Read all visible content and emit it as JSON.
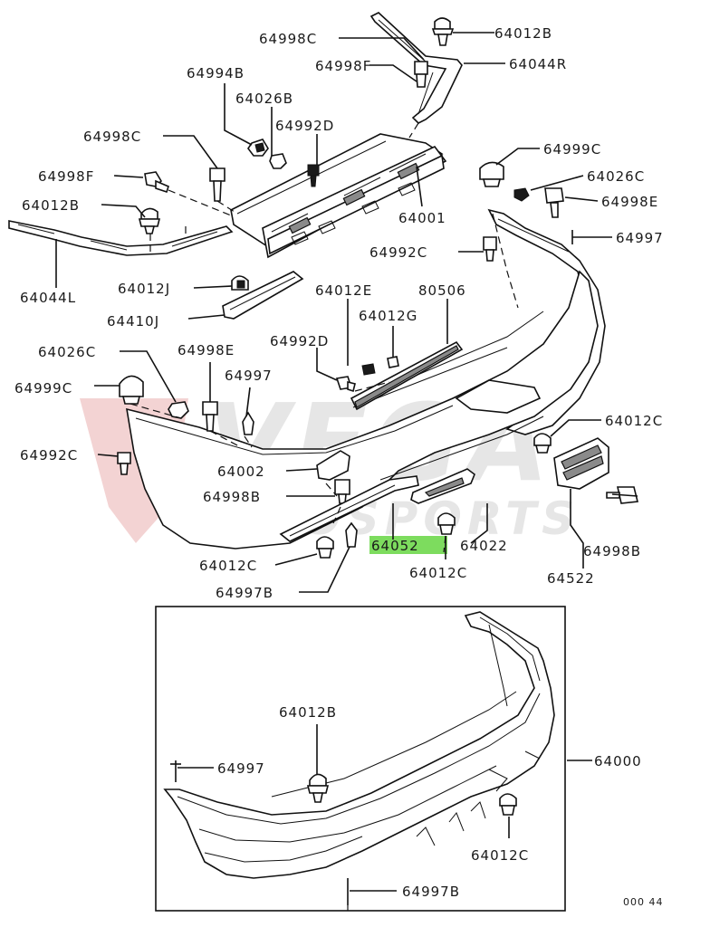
{
  "watermark": {
    "line1": "VEGA",
    "line2": "AUTOSPORTS",
    "accent_color": "#f3d3d3"
  },
  "highlight_color": "#7ddc5e",
  "labels": {
    "p64998C_top": "64998C",
    "p64012B_top": "64012B",
    "p64998F_top": "64998F",
    "p64044R": "64044R",
    "p64994B": "64994B",
    "p64026B": "64026B",
    "p64992D_top": "64992D",
    "p64998C_left": "64998C",
    "p64999C_right": "64999C",
    "p64026C_right": "64026C",
    "p64998F_left": "64998F",
    "p64998E_right": "64998E",
    "p64012B_left": "64012B",
    "p64001": "64001",
    "p64997_right": "64997",
    "p64992C_mid": "64992C",
    "p64044L": "64044L",
    "p64012J": "64012J",
    "p64012E": "64012E",
    "p80506": "80506",
    "p64012G": "64012G",
    "p64410J": "64410J",
    "p64992D_mid": "64992D",
    "p64026C_left": "64026C",
    "p64998E_left": "64998E",
    "p64997_mid": "64997",
    "p64999C_left": "64999C",
    "p64012C_right": "64012C",
    "p64992C_left": "64992C",
    "p64002": "64002",
    "p64998B_mid": "64998B",
    "p64052": "64052",
    "p64022": "64022",
    "p64998B_right": "64998B",
    "p64012C_mid": "64012C",
    "p64012C_left": "64012C",
    "p64522": "64522",
    "p64997B_top": "64997B",
    "p64012B_lower": "64012B",
    "p64000": "64000",
    "p64997_lower": "64997",
    "p64012C_lower": "64012C",
    "p64997B_lower": "64997B",
    "ref_code": "000 44"
  }
}
